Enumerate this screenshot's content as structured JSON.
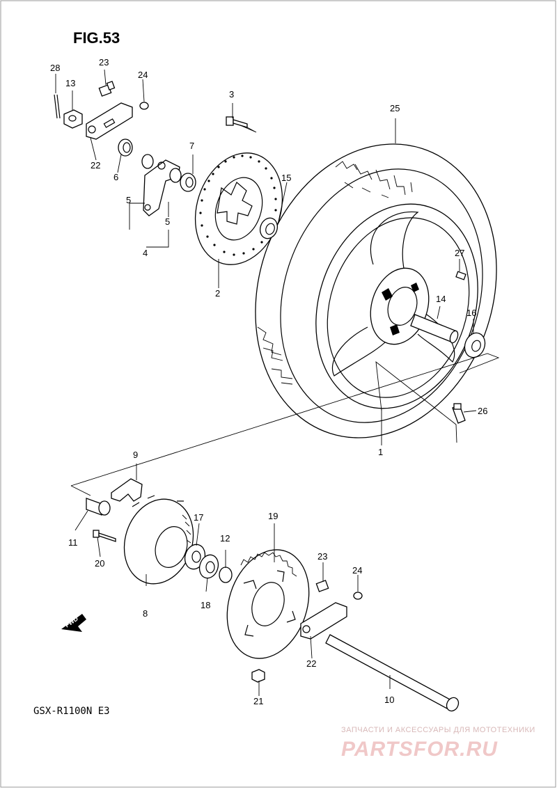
{
  "figure": {
    "title": "FIG.53",
    "model": "GSX-R1100N E3",
    "direction_label": "FWD"
  },
  "callouts": [
    {
      "id": "c1",
      "label": "1"
    },
    {
      "id": "c2",
      "label": "2"
    },
    {
      "id": "c3",
      "label": "3"
    },
    {
      "id": "c4",
      "label": "4"
    },
    {
      "id": "c5a",
      "label": "5"
    },
    {
      "id": "c5b",
      "label": "5"
    },
    {
      "id": "c6",
      "label": "6"
    },
    {
      "id": "c7",
      "label": "7"
    },
    {
      "id": "c8",
      "label": "8"
    },
    {
      "id": "c9",
      "label": "9"
    },
    {
      "id": "c10",
      "label": "10"
    },
    {
      "id": "c11",
      "label": "11"
    },
    {
      "id": "c12",
      "label": "12"
    },
    {
      "id": "c13",
      "label": "13"
    },
    {
      "id": "c14",
      "label": "14"
    },
    {
      "id": "c15",
      "label": "15"
    },
    {
      "id": "c16",
      "label": "16"
    },
    {
      "id": "c17",
      "label": "17"
    },
    {
      "id": "c18",
      "label": "18"
    },
    {
      "id": "c19",
      "label": "19"
    },
    {
      "id": "c20",
      "label": "20"
    },
    {
      "id": "c21",
      "label": "21"
    },
    {
      "id": "c22a",
      "label": "22"
    },
    {
      "id": "c22b",
      "label": "22"
    },
    {
      "id": "c23a",
      "label": "23"
    },
    {
      "id": "c23b",
      "label": "23"
    },
    {
      "id": "c24a",
      "label": "24"
    },
    {
      "id": "c24b",
      "label": "24"
    },
    {
      "id": "c25",
      "label": "25"
    },
    {
      "id": "c26",
      "label": "26"
    },
    {
      "id": "c27",
      "label": "27"
    },
    {
      "id": "c28",
      "label": "28"
    }
  ],
  "watermark": {
    "tagline": "ЗАПЧАСТИ И АКСЕССУАРЫ ДЛЯ МОТОТЕХНИКИ",
    "brand": "PARTSFOR.RU"
  }
}
